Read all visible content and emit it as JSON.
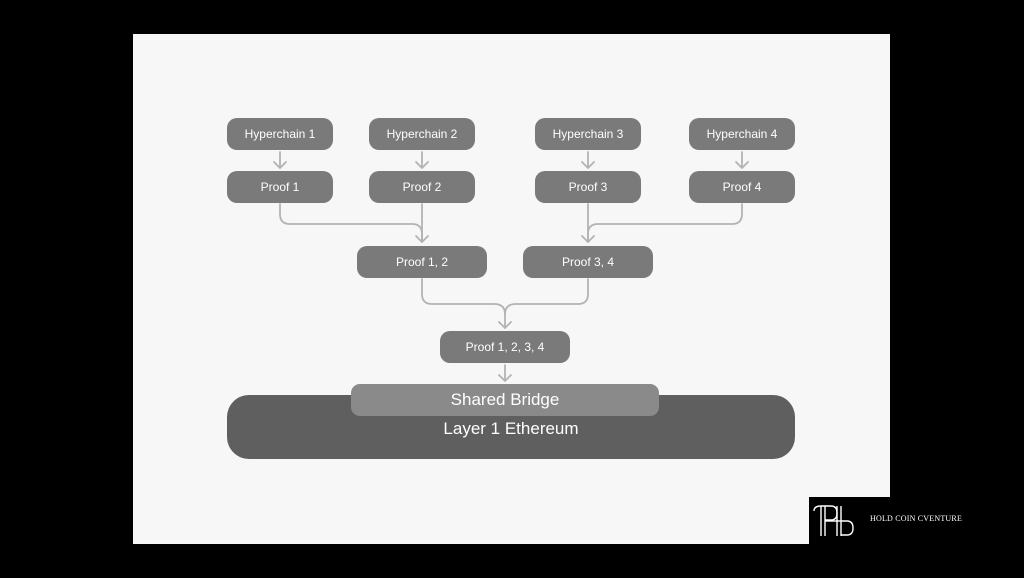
{
  "diagram": {
    "hyperchains": [
      "Hyperchain 1",
      "Hyperchain 2",
      "Hyperchain 3",
      "Hyperchain 4"
    ],
    "proofs": [
      "Proof 1",
      "Proof 2",
      "Proof 3",
      "Proof 4"
    ],
    "aggregates": [
      "Proof 1, 2",
      "Proof 3, 4"
    ],
    "final_proof": "Proof 1, 2, 3, 4",
    "shared_bridge": "Shared Bridge",
    "layer1": "Layer 1 Ethereum"
  },
  "watermark": {
    "text": "HOLD COIN CVENTURE"
  },
  "colors": {
    "node": "#7a7a7a",
    "bridge": "#8a8a8a",
    "layer1": "#5f5f5f",
    "connector": "#b0b0b0",
    "background": "#f7f7f7"
  }
}
